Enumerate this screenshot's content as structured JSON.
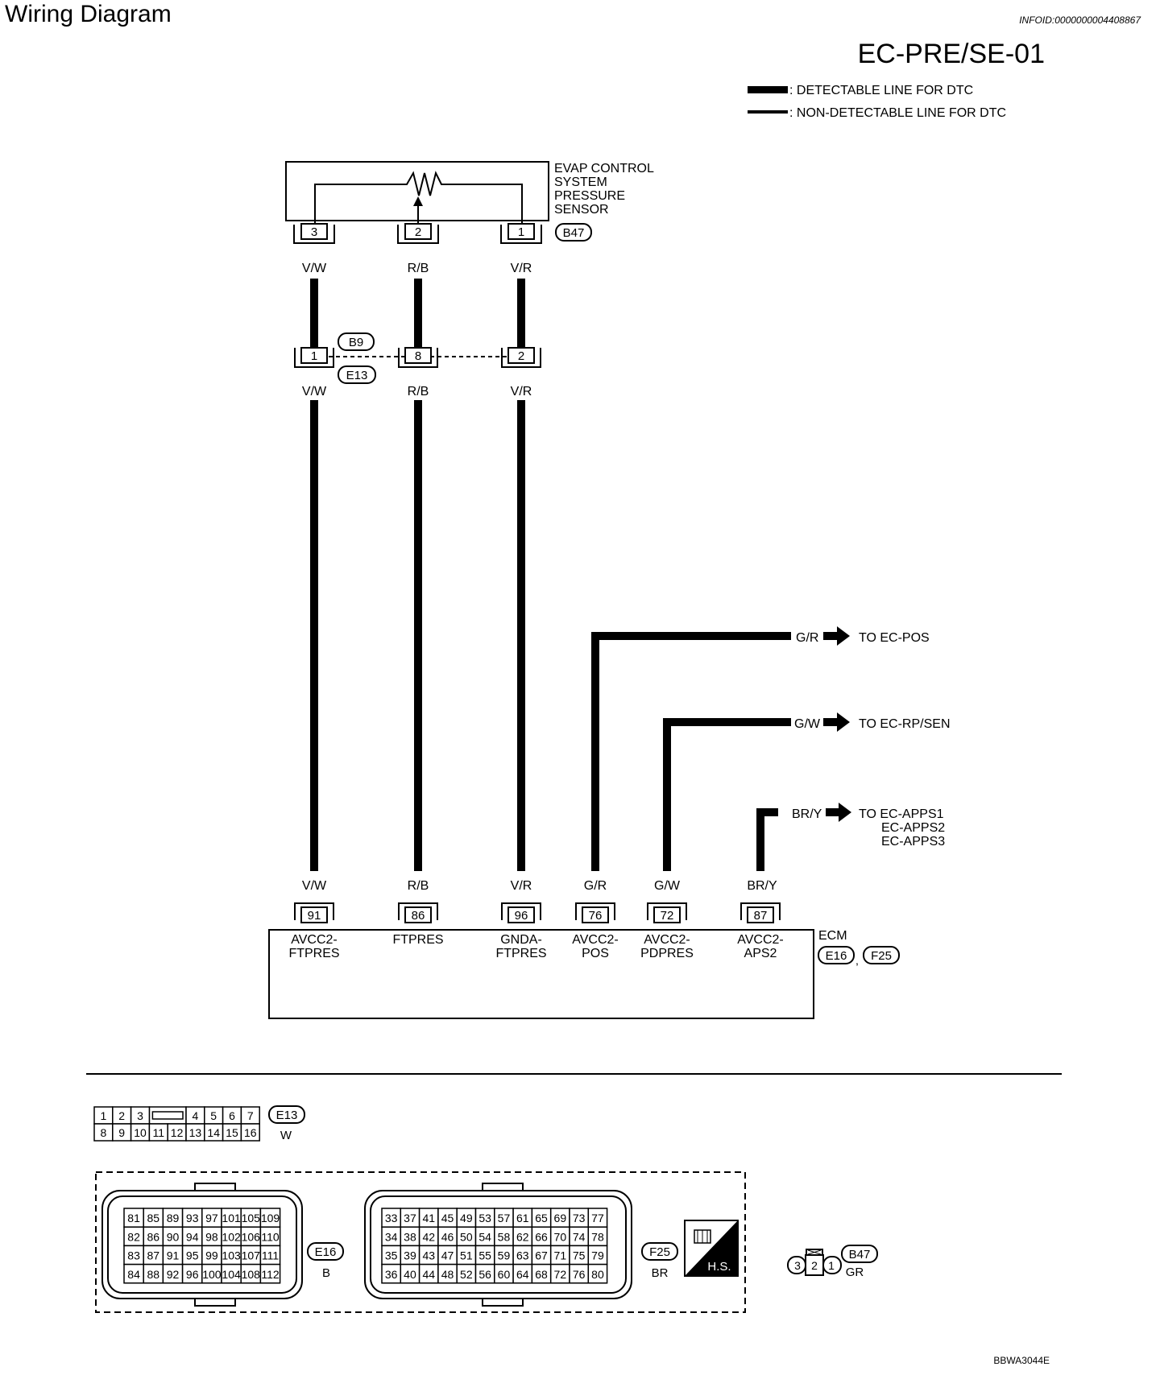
{
  "header": {
    "title": "Wiring Diagram",
    "info_id": "INFOID:0000000004408867",
    "diagram_code": "EC-PRE/SE-01"
  },
  "legend": {
    "detectable": ": DETECTABLE LINE FOR DTC",
    "non_detectable": ": NON-DETECTABLE LINE FOR DTC"
  },
  "sensor": {
    "label_lines": [
      "EVAP CONTROL",
      "SYSTEM",
      "PRESSURE",
      "SENSOR"
    ],
    "connector": "B47",
    "pins": [
      "3",
      "2",
      "1"
    ]
  },
  "wire_colors": {
    "vw": "V/W",
    "rb": "R/B",
    "vr": "V/R",
    "gr": "G/R",
    "gw": "G/W",
    "bry": "BR/Y"
  },
  "joint": {
    "connector_top": "B9",
    "connector_bottom": "E13",
    "pins": [
      "1",
      "8",
      "2"
    ]
  },
  "destinations": {
    "pos": "TO EC-POS",
    "rpsen": "TO EC-RP/SEN",
    "apps": [
      "TO EC-APPS1",
      "EC-APPS2",
      "EC-APPS3"
    ]
  },
  "ecm": {
    "label": "ECM",
    "connectors": [
      "E16",
      "F25"
    ],
    "separator": ",",
    "pins": [
      {
        "pin": "91",
        "lines": [
          "AVCC2-",
          "FTPRES"
        ]
      },
      {
        "pin": "86",
        "lines": [
          "FTPRES"
        ]
      },
      {
        "pin": "96",
        "lines": [
          "GNDA-",
          "FTPRES"
        ]
      },
      {
        "pin": "76",
        "lines": [
          "AVCC2-",
          "POS"
        ]
      },
      {
        "pin": "72",
        "lines": [
          "AVCC2-",
          "PDPRES"
        ]
      },
      {
        "pin": "87",
        "lines": [
          "AVCC2-",
          "APS2"
        ]
      }
    ]
  },
  "connector_views": {
    "e13": {
      "id": "E13",
      "color": "W",
      "top_row": [
        "1",
        "2",
        "3",
        "4",
        "5",
        "6",
        "7"
      ],
      "bottom_row": [
        "8",
        "9",
        "10",
        "11",
        "12",
        "13",
        "14",
        "15",
        "16"
      ]
    },
    "e16": {
      "id": "E16",
      "color": "B",
      "rows": [
        [
          "81",
          "85",
          "89",
          "93",
          "97",
          "101",
          "105",
          "109"
        ],
        [
          "82",
          "86",
          "90",
          "94",
          "98",
          "102",
          "106",
          "110"
        ],
        [
          "83",
          "87",
          "91",
          "95",
          "99",
          "103",
          "107",
          "111"
        ],
        [
          "84",
          "88",
          "92",
          "96",
          "100",
          "104",
          "108",
          "112"
        ]
      ]
    },
    "f25": {
      "id": "F25",
      "color": "BR",
      "rows": [
        [
          "33",
          "37",
          "41",
          "45",
          "49",
          "53",
          "57",
          "61",
          "65",
          "69",
          "73",
          "77"
        ],
        [
          "34",
          "38",
          "42",
          "46",
          "50",
          "54",
          "58",
          "62",
          "66",
          "70",
          "74",
          "78"
        ],
        [
          "35",
          "39",
          "43",
          "47",
          "51",
          "55",
          "59",
          "63",
          "67",
          "71",
          "75",
          "79"
        ],
        [
          "36",
          "40",
          "44",
          "48",
          "52",
          "56",
          "60",
          "64",
          "68",
          "72",
          "76",
          "80"
        ]
      ]
    },
    "b47": {
      "id": "B47",
      "color": "GR",
      "pins": [
        "3",
        "2",
        "1"
      ]
    },
    "hs_label": "H.S."
  },
  "footer_code": "BBWA3044E"
}
